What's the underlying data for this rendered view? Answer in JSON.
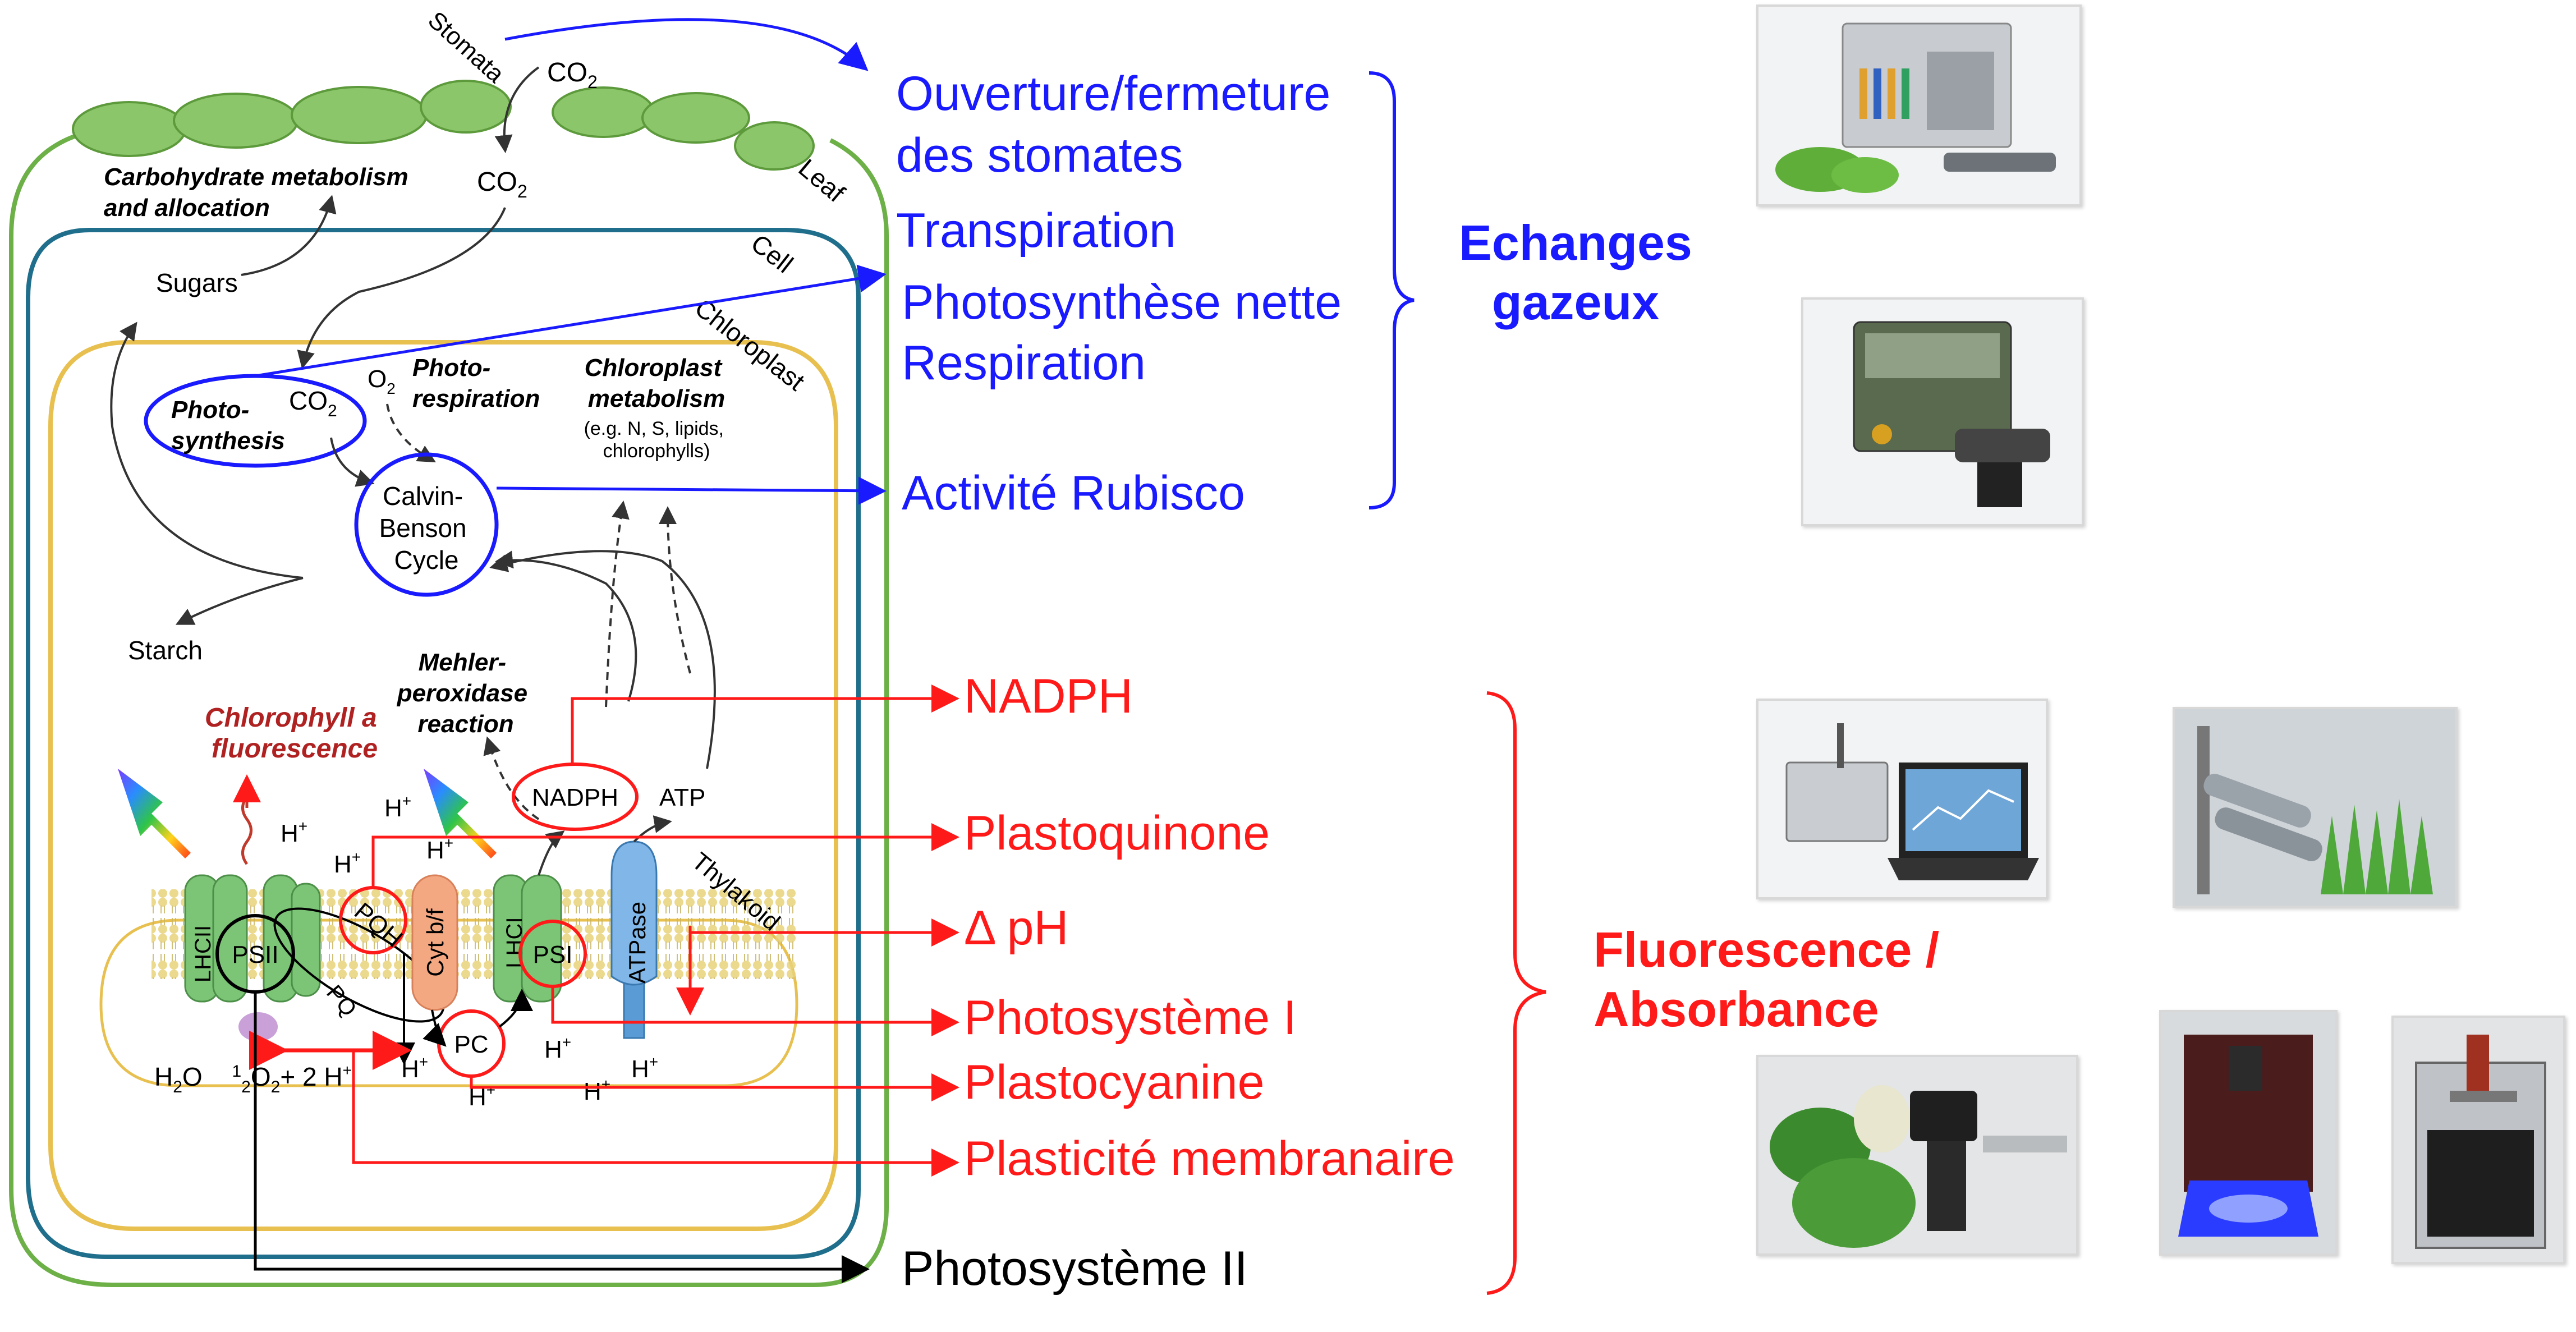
{
  "colors": {
    "blue": "#1a1aff",
    "red": "#ff1a1a",
    "black": "#000000",
    "leaf": "#6cb047",
    "cell": "#1f6e8c",
    "chloro": "#e8c050"
  },
  "cell_diagram": {
    "stomata": "Stomata",
    "co2_in": "CO",
    "co2_sub": "2",
    "co2_mid": "CO",
    "leaf": "Leaf",
    "cell": "Cell",
    "chloroplast": "Chloroplast",
    "carb_metab_1": "Carbohydrate metabolism",
    "carb_metab_2": "and allocation",
    "sugars": "Sugars",
    "photo_1": "Photo-",
    "photo_2": "synthesis",
    "o2": "O",
    "photo_resp_1": "Photo-",
    "photo_resp_2": "respiration",
    "chloro_metab_1": "Chloroplast",
    "chloro_metab_2": "metabolism",
    "chloro_metab_3": "(e.g. N, S, lipids,",
    "chloro_metab_4": "chlorophylls)",
    "calvin_1": "Calvin-",
    "calvin_2": "Benson",
    "calvin_3": "Cycle",
    "starch": "Starch",
    "mehler_1": "Mehler-",
    "mehler_2": "peroxidase",
    "mehler_3": "reaction",
    "chl_fluo_1": "Chlorophyll a",
    "chl_fluo_2": "fluorescence",
    "nadph": "NADPH",
    "atp": "ATP",
    "hplus": "H",
    "plus": "+",
    "lhcii": "LHCII",
    "psii": "PSII",
    "pq": "PQ",
    "pqh": "PQH",
    "cytbf": "Cyt b/f",
    "lhci": "LHCI",
    "psi": "PSI",
    "atpase": "ATPase",
    "thylakoid": "Thylakoid",
    "pc": "PC",
    "h2o": "H",
    "h2o_2": "O",
    "half": "1",
    "half_den": "2",
    "o2_plus": "O",
    "two_h": "+ 2 H"
  },
  "gas_exchange": {
    "items": [
      "Ouverture/fermeture",
      "des  stomates",
      "Transpiration",
      "Photosynthèse nette",
      "Respiration",
      "Activité Rubisco"
    ],
    "category_line1": "Echanges",
    "category_line2": "gazeux"
  },
  "fluorescence": {
    "items": [
      "NADPH",
      "Plastoquinone",
      "Δ pH",
      "Photosystème I",
      "Plastocyanine",
      "Plasticité membranaire"
    ],
    "psii_item": "Photosystème II",
    "category_line1": "Fluorescence /",
    "category_line2": "Absorbance"
  }
}
